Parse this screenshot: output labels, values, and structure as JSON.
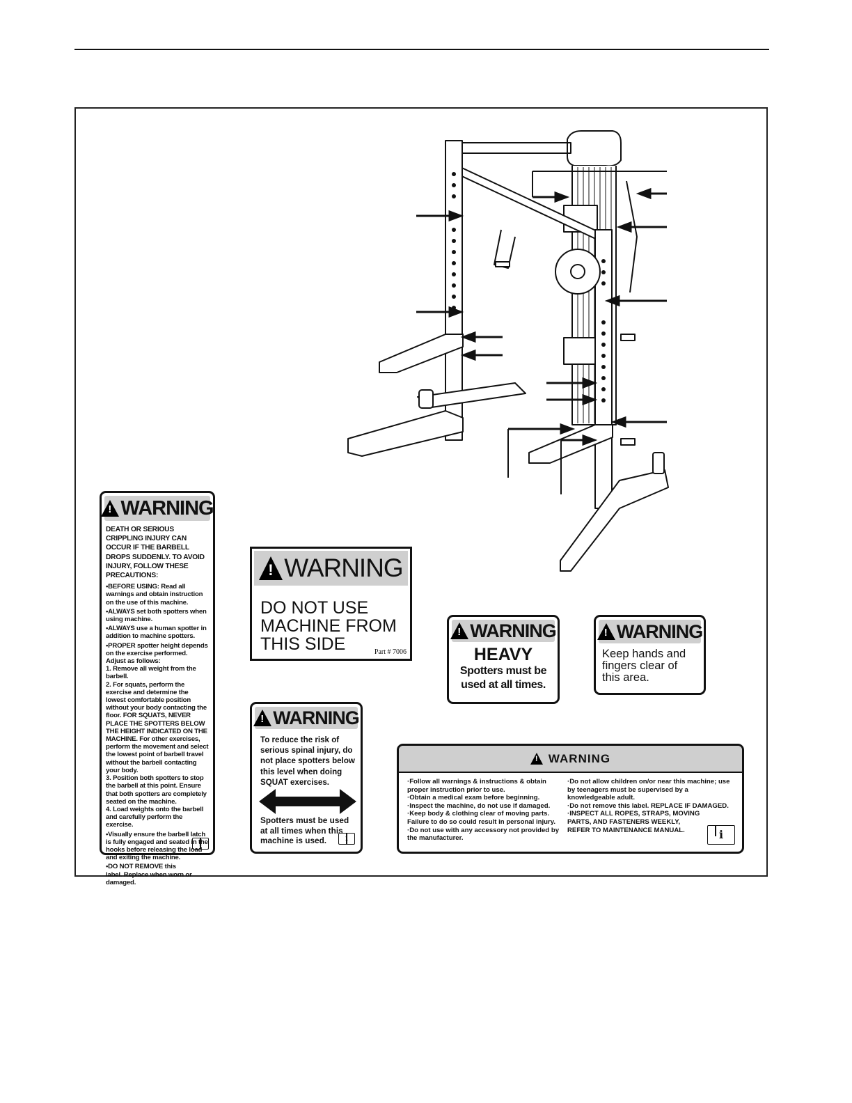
{
  "labels": {
    "spotter": {
      "title": "WARNING",
      "intro": "DEATH OR SERIOUS CRIPPLING INJURY CAN OCCUR IF THE BARBELL DROPS SUDDENLY. TO AVOID INJURY, FOLLOW THESE PRECAUTIONS:",
      "items": [
        "•BEFORE USING: Read all warnings and obtain instruction on the use of this machine.",
        "•ALWAYS set both spotters when using machine.",
        "•ALWAYS use a human spotter in addition to machine spotters.",
        "•PROPER spotter height depends on the exercise performed. Adjust as follows:",
        "1. Remove all weight from the barbell.",
        "2. For squats, perform the exercise and determine the lowest comfortable position without your body contacting the floor. FOR SQUATS, NEVER PLACE THE SPOTTERS BELOW THE HEIGHT INDICATED ON THE MACHINE. For other exercises, perform the movement and select the lowest point of barbell travel without the barbell contacting your body.",
        "3. Position both spotters to stop the barbell at this point. Ensure that both spotters are completely seated on the machine.",
        "4. Load weights onto the barbell and carefully perform the exercise.",
        "•Visually ensure the barbell latch is fully engaged and seated in the hooks before releasing the load and exiting the machine.",
        "•DO NOT REMOVE this label. Replace when worn or damaged."
      ],
      "icon": "manual-info-icon"
    },
    "side": {
      "title": "WARNING",
      "body": "DO NOT USE MACHINE FROM THIS SIDE",
      "part": "Part # 7006"
    },
    "squat": {
      "title": "WARNING",
      "body": "To reduce the risk of serious spinal injury, do not place spotters below this level when doing SQUAT exercises.",
      "footer": "Spotters must be used at all times when this machine is used.",
      "icon": "manual-info-icon"
    },
    "heavy": {
      "title": "WARNING",
      "heading": "HEAVY",
      "body": "Spotters must be used at all times."
    },
    "hands": {
      "title": "WARNING",
      "body": "Keep hands and fingers clear of this area."
    },
    "general": {
      "title": "WARNING",
      "col1": [
        "·Follow all warnings & instructions & obtain proper instruction prior to use.",
        "·Obtain a medical exam before beginning.",
        "·Inspect the machine, do not use if damaged.",
        "·Keep body & clothing clear of moving parts. Failure to do so could result in personal injury.",
        "·Do not use with any accessory not provided by the manufacturer."
      ],
      "col2": [
        "·Do not allow children on/or near this machine; use by teenagers must be supervised by a knowledgeable adult.",
        "·Do not remove this label. REPLACE IF DAMAGED.",
        "·INSPECT ALL ROPES, STRAPS, MOVING PARTS, AND FASTENERS WEEKLY, REFER TO MAINTENANCE MANUAL."
      ],
      "icon": "manual-info-icon"
    }
  },
  "colors": {
    "header_gray": "#cfcfcf",
    "ink": "#111111"
  }
}
